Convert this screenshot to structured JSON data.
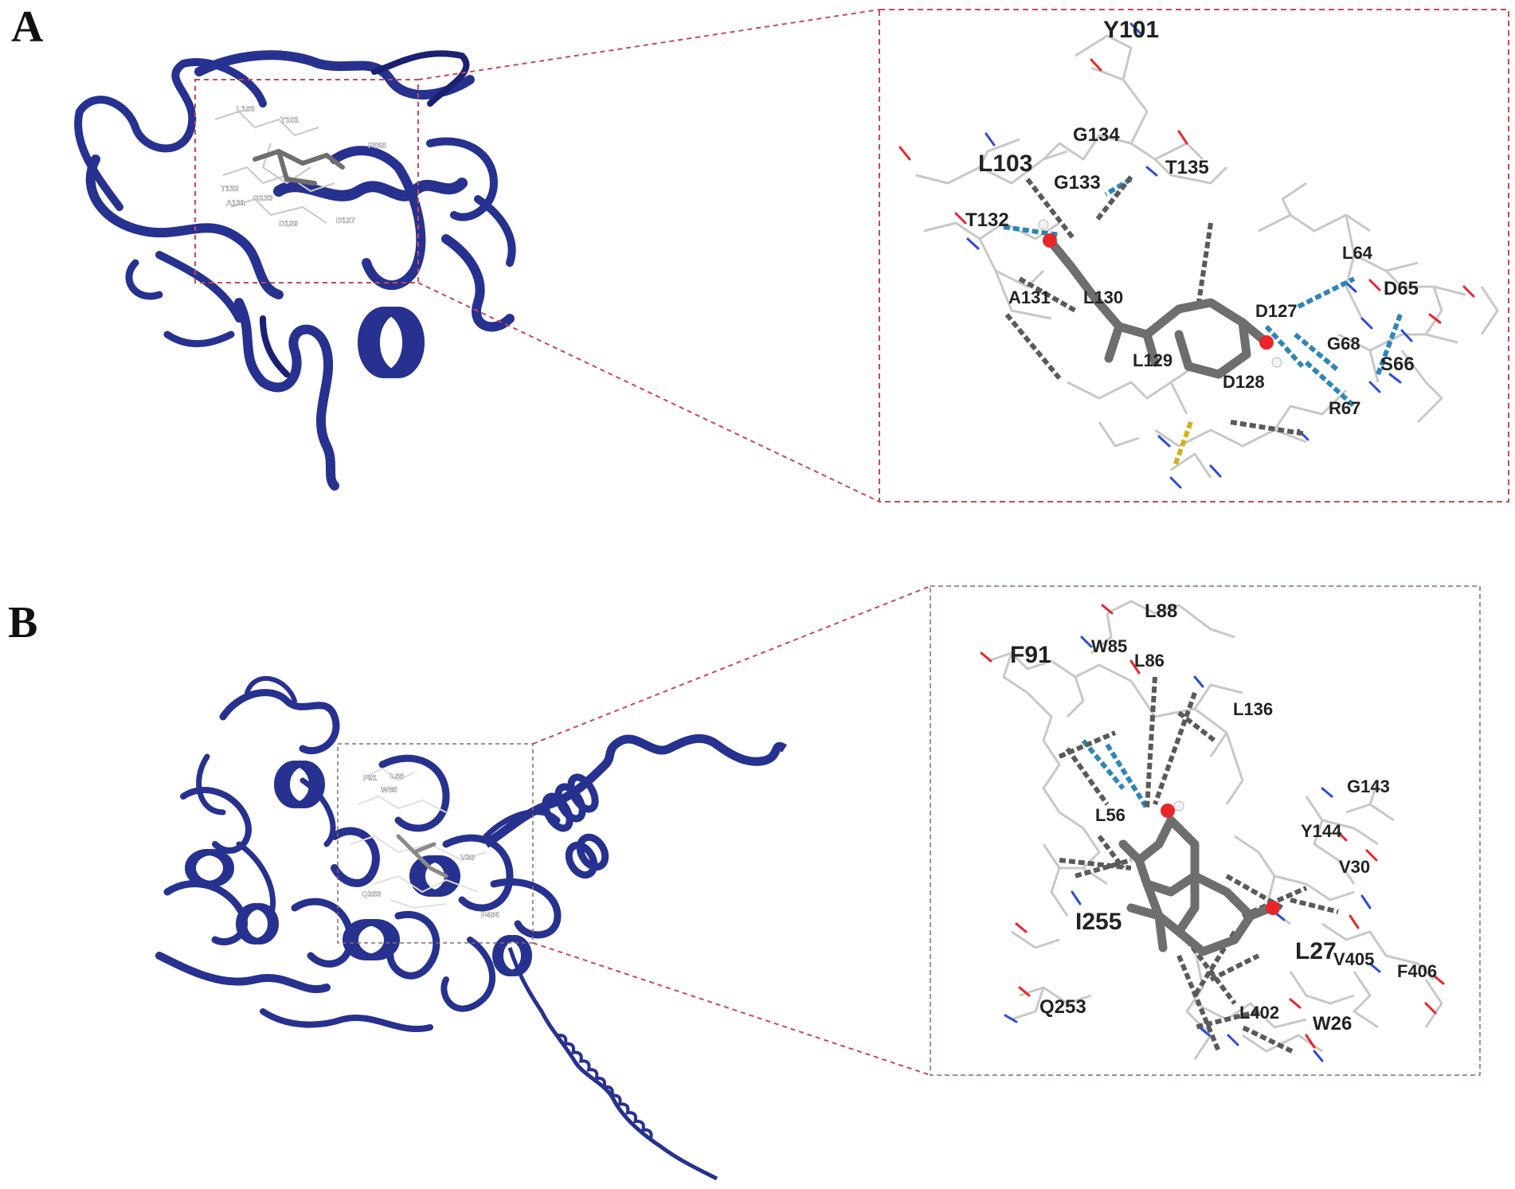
{
  "panels": [
    {
      "letter": "A",
      "residues": {
        "y101": "Y101",
        "g134": "G134",
        "l103": "L103",
        "t135": "T135",
        "g133": "G133",
        "t132": "T132",
        "l64": "L64",
        "d65": "D65",
        "a131": "A131",
        "l130": "L130",
        "d127": "D127",
        "g68": "G68",
        "l129": "L129",
        "s66": "S66",
        "d128": "D128",
        "r67": "R67"
      },
      "overview_labels": {
        "l103": "L103",
        "y101": "Y101",
        "f665": "F665",
        "t132": "T132",
        "g133": "G133",
        "a131": "A131",
        "d129": "D129",
        "d127": "D127"
      }
    },
    {
      "letter": "B",
      "residues": {
        "l88": "L88",
        "f91": "F91",
        "w85": "W85",
        "l86": "L86",
        "l136": "L136",
        "g143": "G143",
        "l56": "L56",
        "y144": "Y144",
        "v30": "V30",
        "i255": "I255",
        "l27": "L27",
        "v405": "V405",
        "f406": "F406",
        "q253": "Q253",
        "l402": "L402",
        "w26": "W26"
      },
      "overview_labels": {
        "f91": "F91",
        "l88": "L88",
        "w85": "W85",
        "v30": "V30",
        "q253": "Q253",
        "f406": "F406"
      }
    }
  ],
  "colors": {
    "protein": "#27318f",
    "protein_dark": "#1a2170",
    "stick": "#c8c8c8",
    "ligand": "#6e6e6e",
    "oxygen": "#e8262a",
    "nitrogen": "#2b4bd8",
    "hbond": "#2d86b5",
    "hydrophobic": "#5a5a5a",
    "pi": "#d4b020",
    "zoom_box_a": "#c54a5a",
    "zoom_box_b": "#8a6a6a"
  }
}
